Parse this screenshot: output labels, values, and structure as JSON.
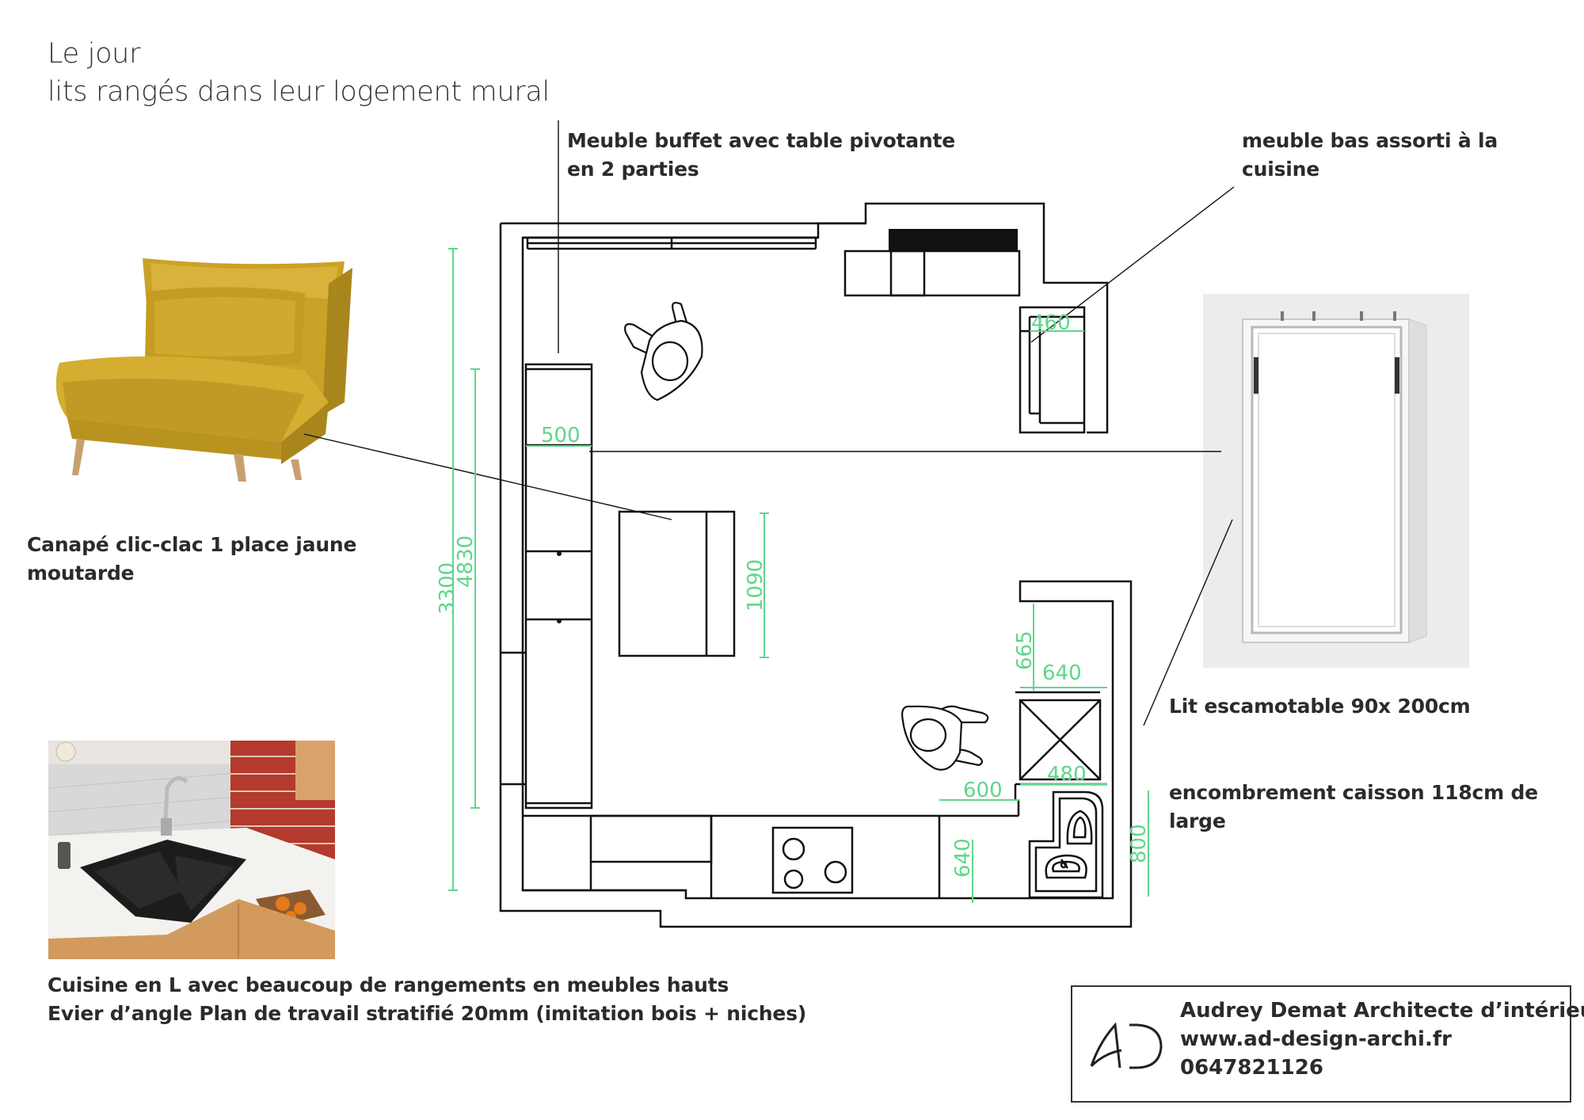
{
  "title": {
    "line1": "Le jour",
    "line2": "lits rangés dans leur logement mural"
  },
  "labels": {
    "buffet": [
      "Meuble buffet avec table pivotante",
      "en 2 parties"
    ],
    "meuble_bas": [
      "meuble bas assorti à la",
      "cuisine"
    ],
    "canape": [
      "Canapé clic-clac 1 place jaune",
      "moutarde"
    ],
    "lit": "Lit escamotable 90x 200cm",
    "encombrement": "encombrement caisson 118cm de large",
    "cuisine": [
      "Cuisine en L avec beaucoup de rangements en meubles hauts",
      "Evier d’angle Plan de travail stratifié 20mm (imitation bois + niches)"
    ]
  },
  "dimensions": {
    "d3300": "3300",
    "d4830": "4830",
    "d500": "500",
    "d1090": "1090",
    "d460": "460",
    "d665": "665",
    "d640a": "640",
    "d600": "600",
    "d480": "480",
    "d640b": "640",
    "d800": "800"
  },
  "colors": {
    "dimension": "#5fd68a",
    "walls": "#111111",
    "sofa": "#c9a227",
    "sink": "#1c1c1c"
  },
  "business_card": {
    "line1": "Audrey Demat Architecte d’intérieur",
    "line2": "www.ad-design-archi.fr",
    "line3": "0647821126"
  },
  "icons": {
    "logo": "ad-logo-icon",
    "person": "person-topview-icon",
    "sink": "corner-sink-icon",
    "hob": "cooktop-icon"
  }
}
